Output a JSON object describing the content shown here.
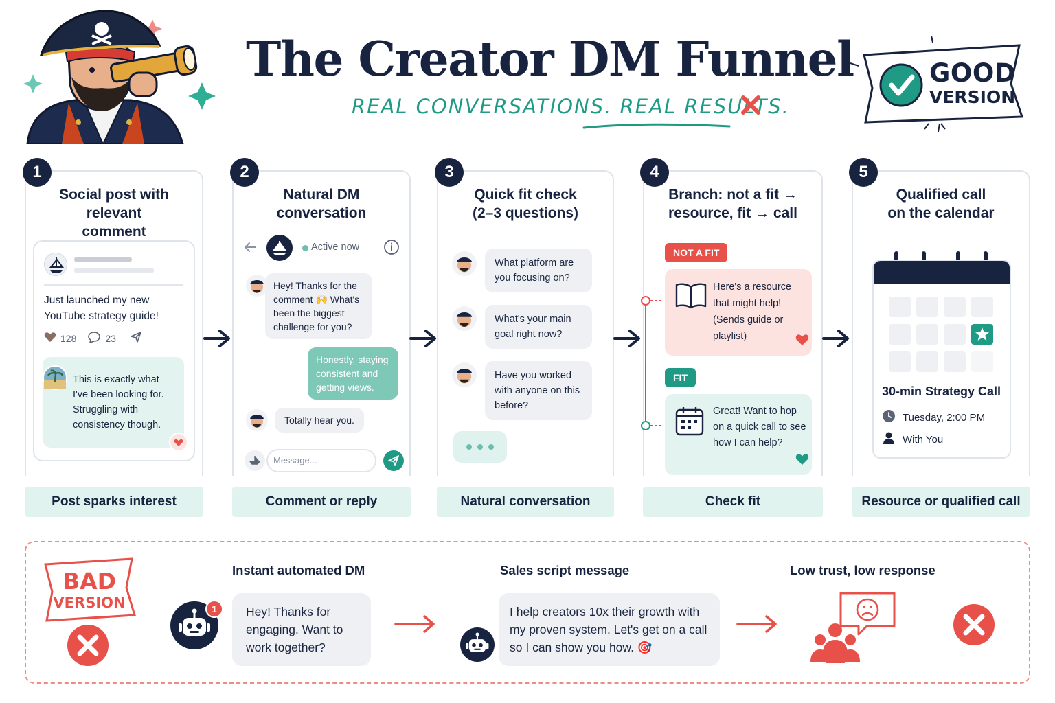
{
  "header": {
    "title": "The Creator DM Funnel",
    "tagline": "REAL CONVERSATIONS. REAL RESULTS.",
    "good_badge": {
      "line1": "GOOD",
      "line2": "VERSION"
    }
  },
  "colors": {
    "navy": "#17233f",
    "teal": "#1f9a84",
    "mint": "#e1f3ef",
    "red": "#e8504a",
    "pink": "#fde3e0"
  },
  "steps": [
    {
      "number": "1",
      "title": "Social post with relevant comment",
      "label": "Post sparks interest",
      "post_text": "Just launched my new YouTube strategy guide!",
      "likes": "128",
      "comments": "23",
      "comment_text": "This is exactly what I've been looking for. Struggling with consistency though."
    },
    {
      "number": "2",
      "title": "Natural DM conversation",
      "label": "Comment or reply",
      "status": "Active now",
      "msg1": "Hey! Thanks for the comment 🙌 What's been the biggest challenge for you?",
      "msg2": "Honestly, staying consistent and getting views.",
      "msg3": "Totally hear you.",
      "input_placeholder": "Message..."
    },
    {
      "number": "3",
      "title": "Quick fit check (2–3 questions)",
      "label": "Natural conversation",
      "questions": [
        "What platform are you focusing on?",
        "What's your main goal right now?",
        "Have you worked with anyone on this before?"
      ]
    },
    {
      "number": "4",
      "title": "Branch: not a fit → resource, fit → call",
      "label": "Check fit",
      "not_fit_label": "NOT A FIT",
      "not_fit_text": "Here's a resource that might help!",
      "not_fit_note": "(Sends guide or playlist)",
      "fit_label": "FIT",
      "fit_text": "Great! Want to hop on a quick call to see how I can help?"
    },
    {
      "number": "5",
      "title": "Qualified call on the calendar",
      "label": "Resource or qualified call",
      "call_title": "30-min Strategy Call",
      "call_time": "Tuesday, 2:00 PM",
      "call_with": "With You"
    }
  ],
  "bad": {
    "badge_line1": "BAD",
    "badge_line2": "VERSION",
    "notification_count": "1",
    "step1_title": "Instant automated DM",
    "step1_msg": "Hey! Thanks for engaging. Want to work together?",
    "step2_title": "Sales script message",
    "step2_msg": "I help creators 10x their growth with my proven system. Let's get on a call so I can show you how. 🎯",
    "step3_title": "Low trust, low response"
  }
}
